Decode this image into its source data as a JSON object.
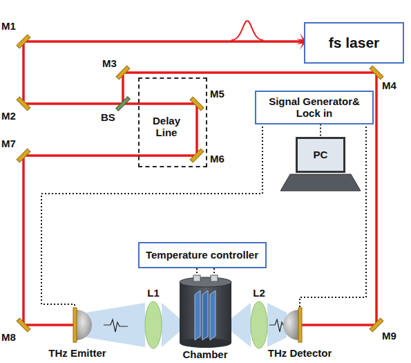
{
  "diagram": {
    "nodes": [
      {
        "text": [
          "fs laser"
        ]
      },
      {
        "text": [
          "Signal Generator& Lock in"
        ]
      },
      {
        "text": [
          "Delay Line"
        ]
      },
      {
        "text": [
          "PC"
        ]
      },
      {
        "text": [
          "Temperature controller"
        ]
      }
    ],
    "edges": [
      {
        "from": 1,
        "to": 3,
        "arrow": "none"
      }
    ],
    "labels": [
      "M1",
      "M2",
      "M3",
      "BS",
      "M4",
      "M5",
      "M6",
      "M7",
      "M8",
      "M9",
      "L1",
      "L2",
      "THz Emitter",
      "THz Detector",
      "Chamber"
    ]
  }
}
